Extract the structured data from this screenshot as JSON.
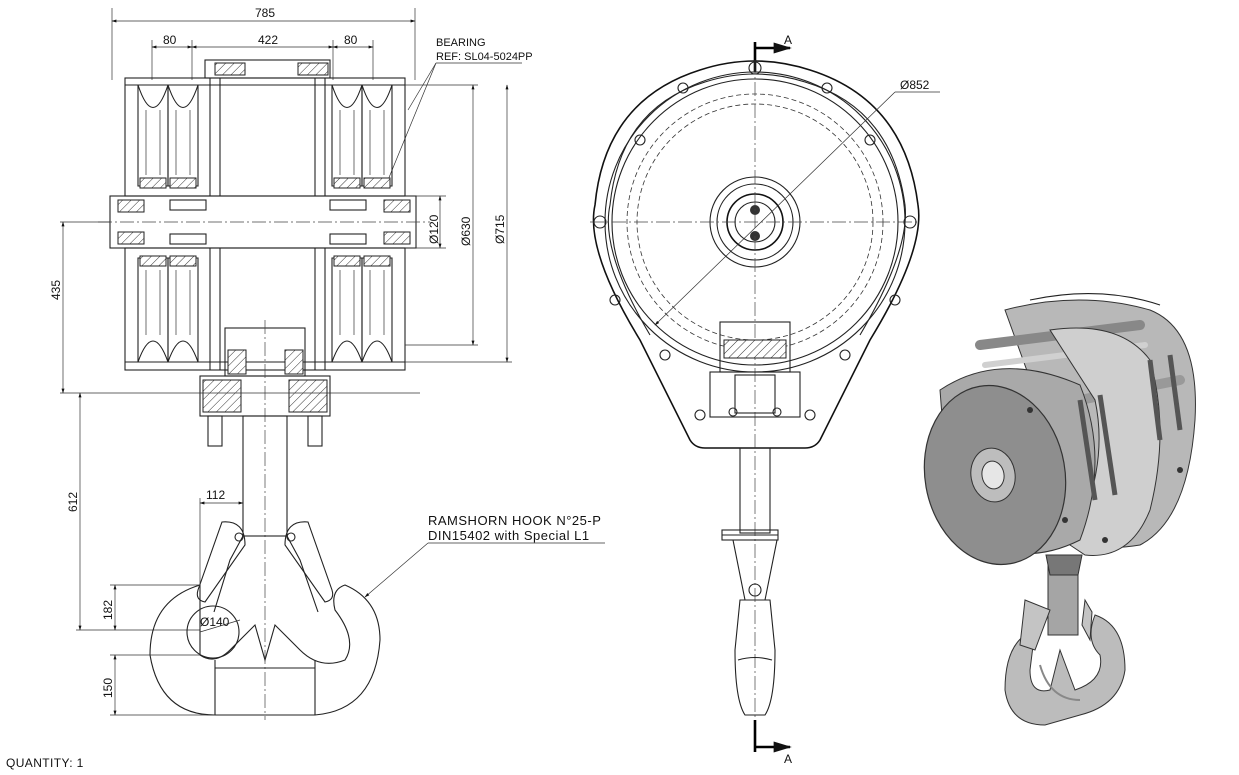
{
  "dimensions": {
    "overall_width": "785",
    "left_pulley": "80",
    "center_span": "422",
    "right_pulley": "80",
    "shaft_dia": "Ø120",
    "pulley_dia": "Ø630",
    "outer_dia": "Ø715",
    "height_435": "435",
    "height_612": "612",
    "hook_width": "112",
    "hook_182": "182",
    "hook_150": "150",
    "hook_throat": "Ø140",
    "front_dia": "Ø852"
  },
  "bearing_note": {
    "line1": "BEARING",
    "line2": "REF: SL04-5024PP"
  },
  "hook_note": {
    "line1": "RAMSHORN HOOK N°25-P",
    "line2": "DIN15402 with Special L1"
  },
  "section_marker": "A",
  "quantity": "QUANTITY: 1"
}
